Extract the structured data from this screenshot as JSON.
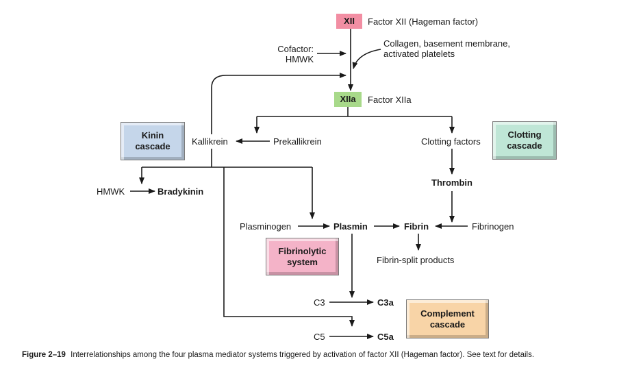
{
  "nodes": {
    "xii_tag": "XII",
    "xii_label": "Factor XII (Hageman factor)",
    "cofactor_line1": "Cofactor:",
    "cofactor_line2": "HMWK",
    "collagen_line1": "Collagen, basement membrane,",
    "collagen_line2": "activated platelets",
    "xiia_tag": "XIIa",
    "xiia_label": "Factor XIIa",
    "kallikrein": "Kallikrein",
    "prekallikrein": "Prekallikrein",
    "clotting_factors": "Clotting factors",
    "thrombin": "Thrombin",
    "hmwk": "HMWK",
    "bradykinin": "Bradykinin",
    "plasminogen": "Plasminogen",
    "plasmin": "Plasmin",
    "fibrin": "Fibrin",
    "fibrinogen": "Fibrinogen",
    "fibrin_split": "Fibrin-split products",
    "c3": "C3",
    "c3a": "C3a",
    "c5": "C5",
    "c5a": "C5a"
  },
  "cascades": {
    "kinin_line1": "Kinin",
    "kinin_line2": "cascade",
    "clotting_line1": "Clotting",
    "clotting_line2": "cascade",
    "fibrinolytic_line1": "Fibrinolytic",
    "fibrinolytic_line2": "system",
    "complement_line1": "Complement",
    "complement_line2": "cascade"
  },
  "caption": {
    "figure_label": "Figure 2–19",
    "text": "Interrelationships among the four plasma mediator systems triggered by activation of factor XII (Hageman factor). See text for details."
  },
  "colors": {
    "xii_tag": "#f28ea3",
    "xiia_tag": "#a8d98a",
    "kinin_box": "#c5d6ea",
    "clotting_box": "#bfe6d6",
    "fibrinolytic_box": "#f4b3c8",
    "complement_box": "#f8d4a7",
    "line": "#1a1a1a"
  }
}
